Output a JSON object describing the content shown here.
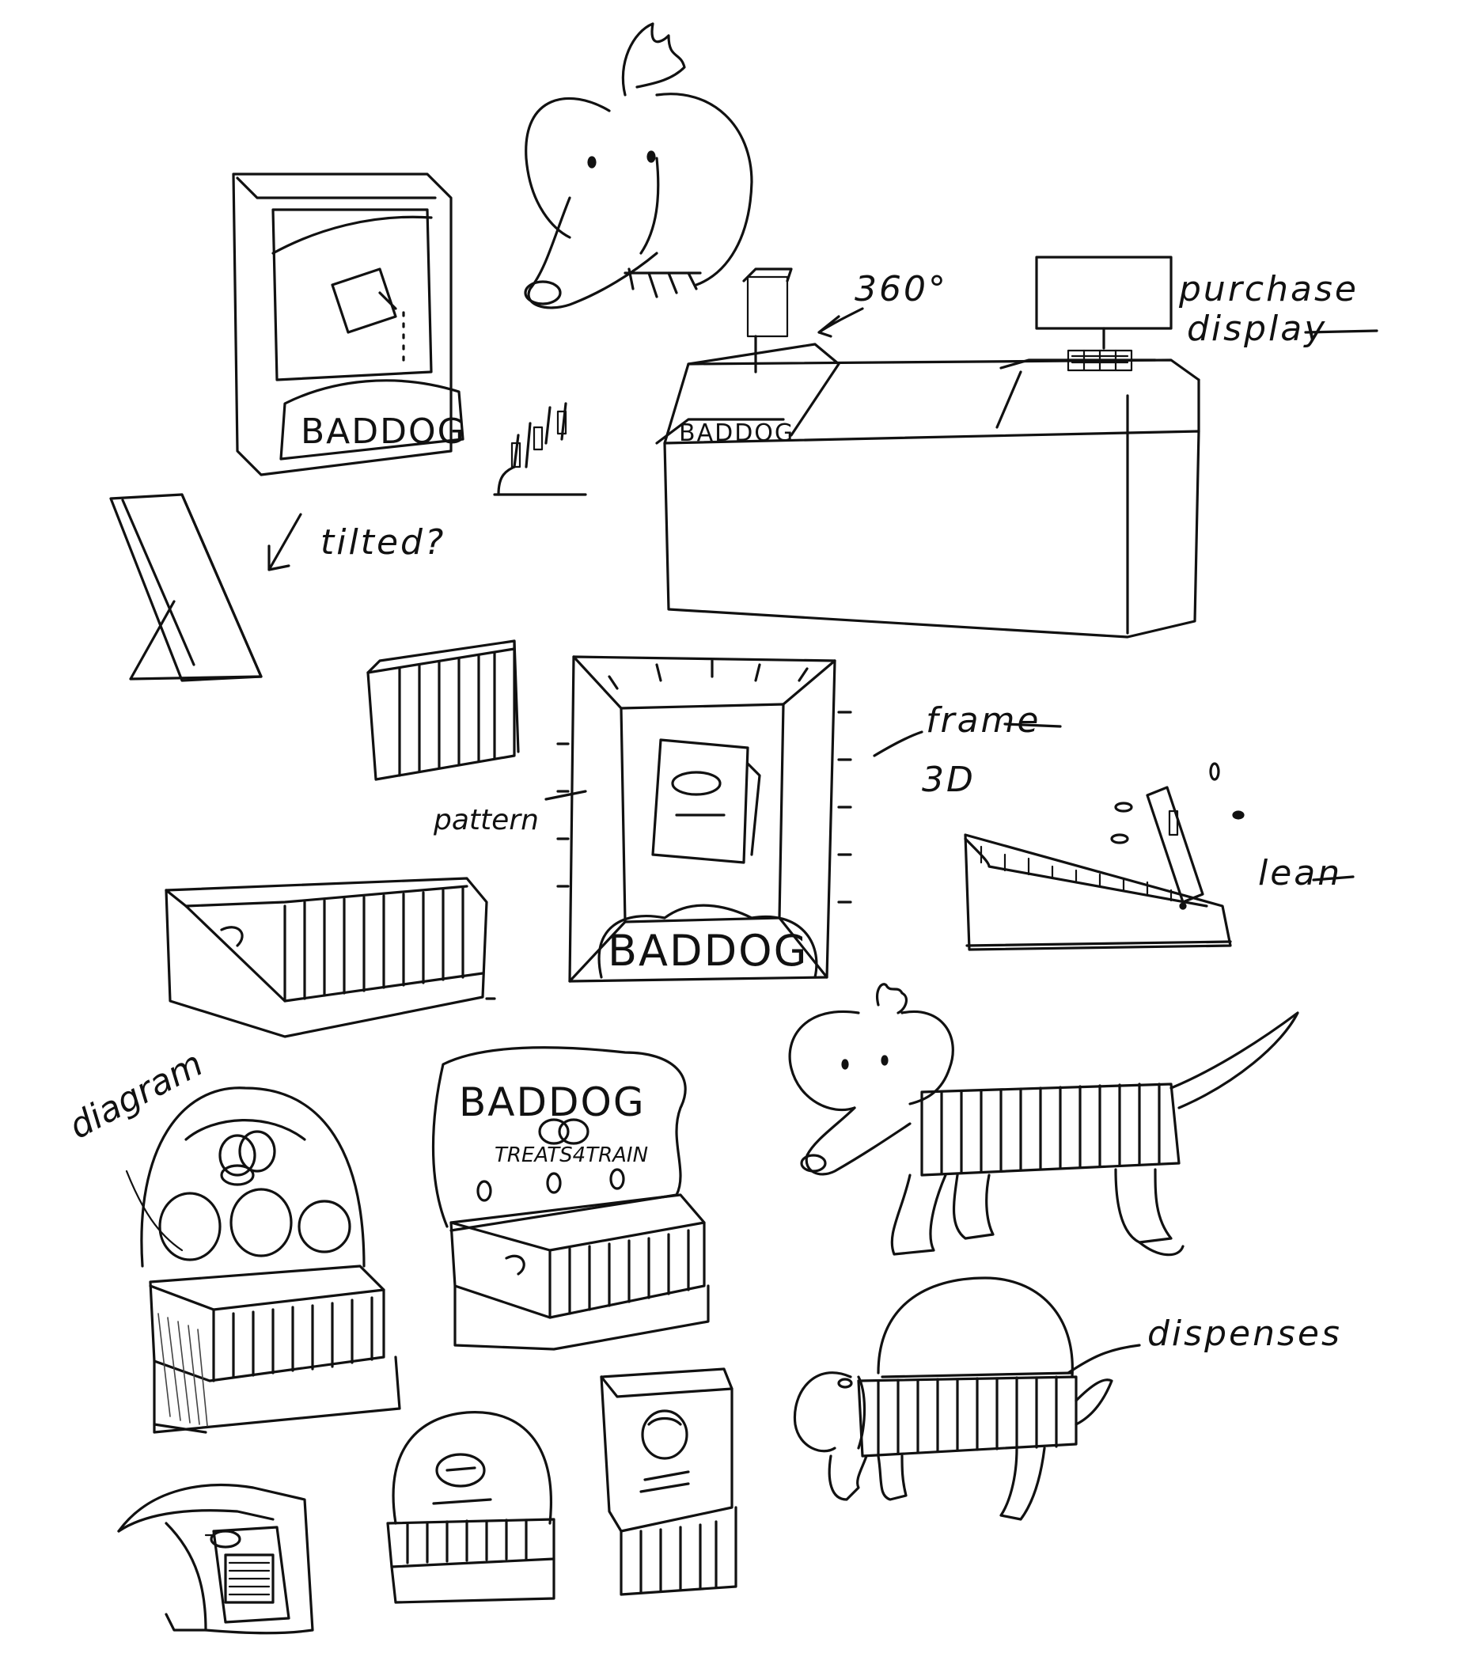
{
  "labels": {
    "brand": "BADDOG",
    "rotation": "360°",
    "purchase_line1": "purchase",
    "purchase_line2": "display",
    "tilted": "tilted?",
    "frame": "frame",
    "frame_3d": "3D",
    "pattern": "pattern",
    "lean": "lean",
    "diagram": "diagram",
    "treats": "TREATS4TRAIN",
    "dispenses": "dispenses"
  },
  "colors": {
    "ink": "#111111",
    "paper": "#ffffff"
  }
}
